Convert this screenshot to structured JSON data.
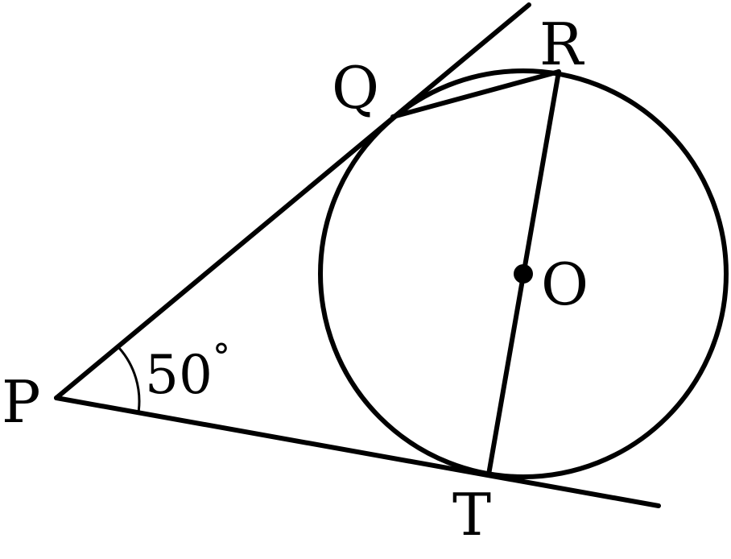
{
  "points": {
    "P": "P",
    "Q": "Q",
    "R": "R",
    "O": "O",
    "T": "T"
  },
  "angle_P": {
    "value": "50",
    "unit": "°"
  },
  "colors": {
    "stroke": "#000000",
    "background": "#ffffff"
  }
}
